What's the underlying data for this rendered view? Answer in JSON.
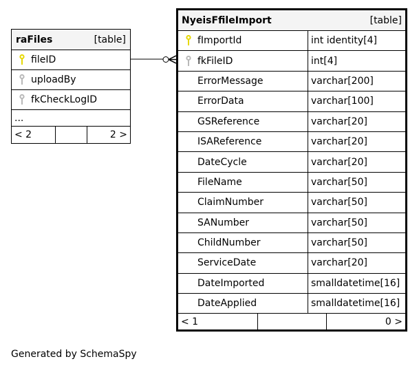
{
  "tables": {
    "rafiles": {
      "name": "raFiles",
      "type": "[table]",
      "columns": [
        {
          "name": "fileID",
          "key": "primary"
        },
        {
          "name": "uploadBy",
          "key": "foreign"
        },
        {
          "name": "fkCheckLogID",
          "key": "foreign"
        }
      ],
      "ellipsis": "...",
      "footer": {
        "left": "< 2",
        "right": "2 >"
      }
    },
    "nyeis": {
      "name": "NyeisFfileImport",
      "type": "[table]",
      "columns": [
        {
          "name": "fImportId",
          "type": "int identity[4]",
          "key": "primary"
        },
        {
          "name": "fkFileID",
          "type": "int[4]",
          "key": "foreign"
        },
        {
          "name": "ErrorMessage",
          "type": "varchar[200]"
        },
        {
          "name": "ErrorData",
          "type": "varchar[100]"
        },
        {
          "name": "GSReference",
          "type": "varchar[20]"
        },
        {
          "name": "ISAReference",
          "type": "varchar[20]"
        },
        {
          "name": "DateCycle",
          "type": "varchar[20]"
        },
        {
          "name": "FileName",
          "type": "varchar[50]"
        },
        {
          "name": "ClaimNumber",
          "type": "varchar[50]"
        },
        {
          "name": "SANumber",
          "type": "varchar[50]"
        },
        {
          "name": "ChildNumber",
          "type": "varchar[50]"
        },
        {
          "name": "ServiceDate",
          "type": "varchar[20]"
        },
        {
          "name": "DateImported",
          "type": "smalldatetime[16]"
        },
        {
          "name": "DateApplied",
          "type": "smalldatetime[16]"
        }
      ],
      "footer": {
        "left": "< 1",
        "right": "0 >"
      }
    }
  },
  "colors": {
    "primary_key": "#e6d800",
    "foreign_key": "#b8b8b8",
    "header_bg": "#f4f4f4"
  },
  "credit": "Generated by SchemaSpy"
}
